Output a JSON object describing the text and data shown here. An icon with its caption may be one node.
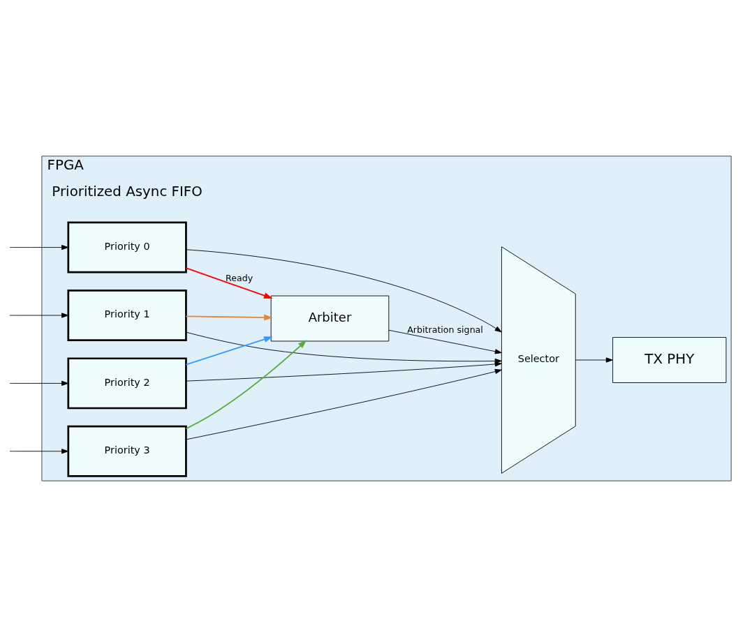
{
  "diagram": {
    "nodes": [
      {
        "text": [
          "FPGA"
        ]
      },
      {
        "text": [
          "Priority 0"
        ],
        "in": 0
      },
      {
        "text": [
          "Priority 1"
        ],
        "in": 0
      },
      {
        "text": [
          "Priority 2"
        ],
        "in": 0
      },
      {
        "text": [
          "Priority 3"
        ],
        "in": 0
      },
      {
        "text": [
          "Selector"
        ],
        "in": 0
      },
      {
        "text": [
          "TX PHY"
        ],
        "in": 0
      },
      {
        "text": [
          "Arbiter"
        ],
        "in": 0
      }
    ],
    "edges": [
      {
        "from": null,
        "to": 1,
        "arrow": "to"
      },
      {
        "from": null,
        "to": 2,
        "arrow": "to"
      },
      {
        "from": null,
        "to": 3,
        "arrow": "to"
      },
      {
        "from": null,
        "to": 4,
        "arrow": "to"
      },
      {
        "from": 1,
        "to": 5,
        "arrow": "to"
      },
      {
        "from": 2,
        "to": 5,
        "arrow": "to"
      },
      {
        "from": 3,
        "to": 5,
        "arrow": "to"
      },
      {
        "from": 4,
        "to": 5,
        "arrow": "to"
      },
      {
        "from": 5,
        "to": 6,
        "arrow": "to"
      },
      {
        "from": 1,
        "to": 7,
        "arrow": "to",
        "color": "#ff0000",
        "label": "Ready"
      },
      {
        "from": 2,
        "to": 7,
        "arrow": "to",
        "color": "#e08840"
      },
      {
        "from": 3,
        "to": 7,
        "arrow": "to",
        "color": "#3399ff"
      },
      {
        "from": 4,
        "to": 7,
        "arrow": "to",
        "color": "#5aab3e"
      },
      {
        "from": 7,
        "to": 5,
        "arrow": "to",
        "label": "Arbitration signal"
      }
    ],
    "labels": [
      "Prioritized Async FIFO"
    ]
  }
}
